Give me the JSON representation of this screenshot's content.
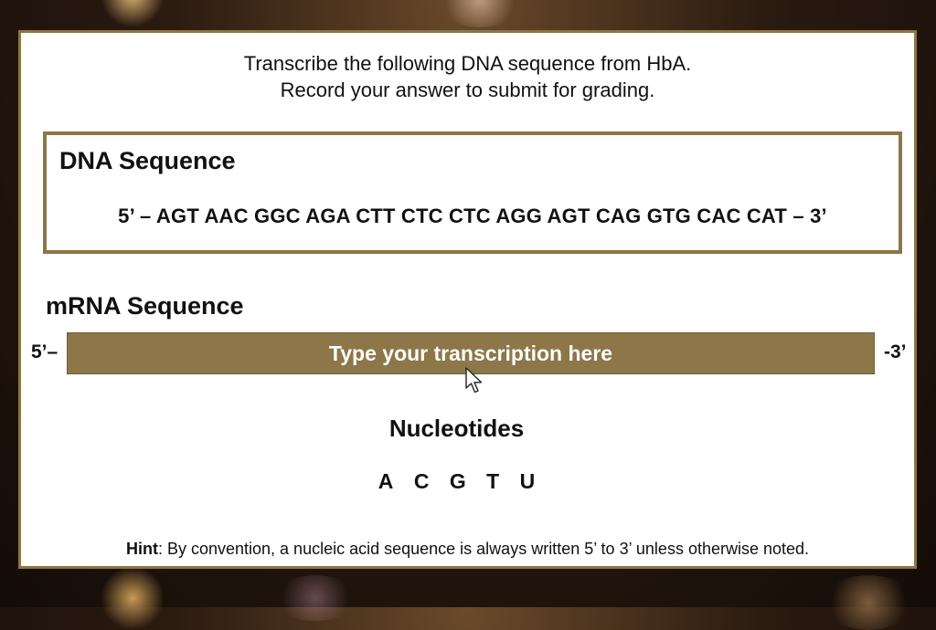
{
  "instructions": {
    "line1": "Transcribe the following DNA sequence from HbA.",
    "line2": "Record your answer to submit for grading."
  },
  "dna": {
    "title": "DNA Sequence",
    "sequence": "5’ – AGT AAC GGC AGA CTT CTC CTC AGG AGT CAG GTG CAC CAT – 3’"
  },
  "mrna": {
    "title": "mRNA Sequence",
    "prime_left": "5’–",
    "prime_right": "-3’",
    "input_value": "",
    "input_placeholder": "Type your transcription here"
  },
  "nucleotides": {
    "title": "Nucleotides",
    "items": [
      "A",
      "C",
      "G",
      "T",
      "U"
    ]
  },
  "hint": {
    "label": "Hint",
    "text": ": By convention, a nucleic acid sequence is always written 5’ to 3’ unless otherwise noted."
  },
  "colors": {
    "accent": "#8d7748",
    "border": "#8c7648"
  },
  "icons": {
    "cursor": "mouse-pointer-icon"
  }
}
